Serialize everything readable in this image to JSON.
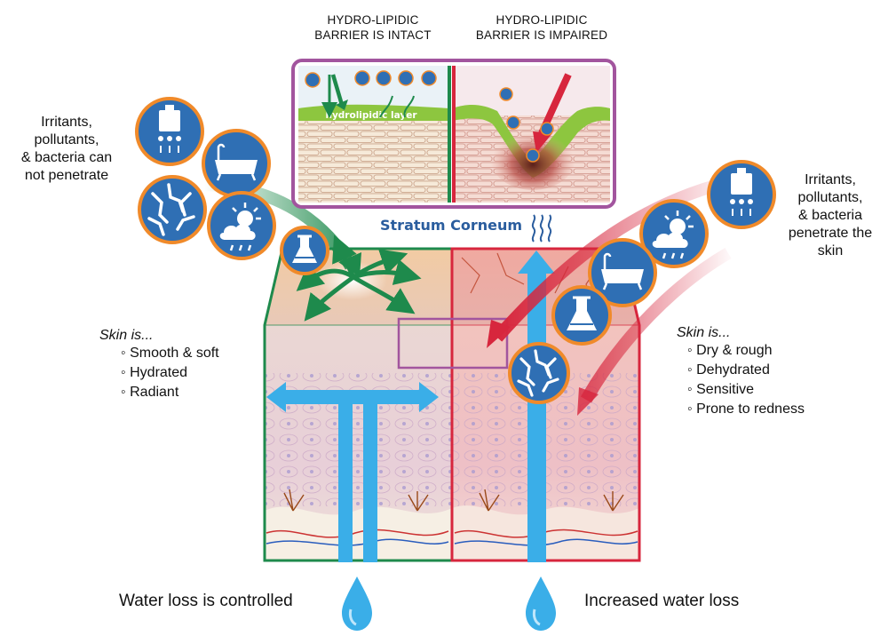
{
  "header": {
    "intact_line1": "HYDRO-LIPIDIC",
    "intact_line2": "BARRIER IS INTACT",
    "impaired_line1": "HYDRO-LIPIDIC",
    "impaired_line2": "BARRIER IS IMPAIRED"
  },
  "inset": {
    "layer_label": "hydrolipidic layer"
  },
  "stratum_label": "Stratum Corneum",
  "left": {
    "irritants": [
      "Irritants,",
      "pollutants,",
      "& bacteria can",
      "not penetrate"
    ],
    "skin_title": "Skin is...",
    "skin_items": [
      "Smooth & soft",
      "Hydrated",
      "Radiant"
    ],
    "bottom_label": "Water loss is controlled",
    "panel_color": "#1e8a4c"
  },
  "right": {
    "irritants": [
      "Irritants,",
      "pollutants,",
      "& bacteria",
      "penetrate the",
      "skin"
    ],
    "skin_title": "Skin is...",
    "skin_items": [
      "Dry & rough",
      "Dehydrated",
      "Sensitive",
      "Prone to redness"
    ],
    "bottom_label": "Increased water loss",
    "panel_color": "#d7263d"
  },
  "icons": {
    "left": [
      "weight-icon",
      "bathtub-icon",
      "cracks-icon",
      "weather-icon",
      "flask-icon"
    ],
    "right": [
      "weight-icon",
      "weather-icon",
      "bathtub-icon",
      "flask-icon",
      "cracks-icon"
    ],
    "inset_intact": [
      "cracks-icon",
      "flask-icon",
      "bathtub-icon",
      "weather-icon",
      "weight-icon"
    ],
    "inset_impaired": [
      "bathtub-icon",
      "cracks-icon",
      "weather-icon",
      "flask-icon"
    ]
  },
  "colors": {
    "water": "#3aaee8",
    "icon_fill": "#2f6fb4",
    "icon_ring": "#f08a2a",
    "inset_border": "#a2559e",
    "green": "#1e8a4c",
    "red": "#d7263d"
  }
}
